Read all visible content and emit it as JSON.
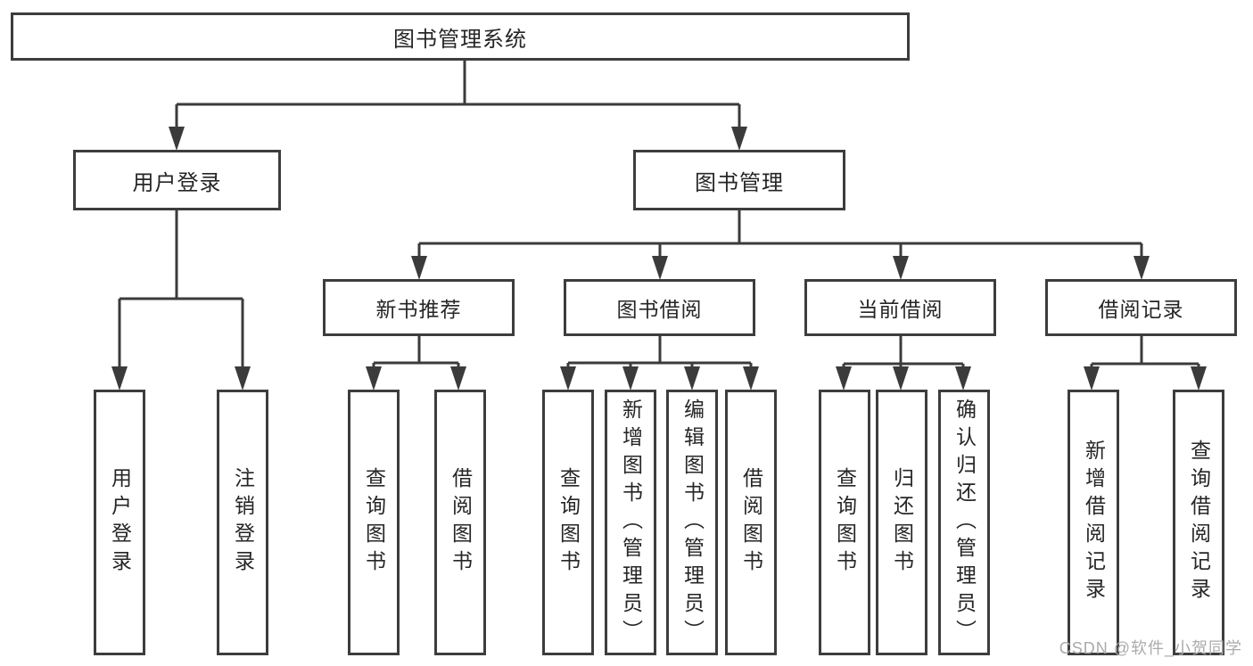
{
  "colors": {
    "background": "#ffffff",
    "line": "#3b3b3b",
    "box_border": "#3d3d3d",
    "box_fill": "#ffffff",
    "label": "#262626",
    "watermark": "#ababab"
  },
  "nodes": {
    "root": {
      "label": "图书管理系统"
    },
    "user_login": {
      "label": "用户登录"
    },
    "book_mgmt": {
      "label": "图书管理"
    },
    "new_rec": {
      "label": "新书推荐"
    },
    "book_borrow": {
      "label": "图书借阅"
    },
    "current_borrow": {
      "label": "当前借阅"
    },
    "borrow_records": {
      "label": "借阅记录"
    },
    "leaf_user_login": {
      "label": "用户登录"
    },
    "leaf_logout": {
      "label": "注销登录"
    },
    "leaf_query_book_1": {
      "label": "查询图书"
    },
    "leaf_borrow_book_1": {
      "label": "借阅图书"
    },
    "leaf_query_book_2": {
      "label": "查询图书"
    },
    "leaf_add_book": {
      "label": "新增图书（管理员）"
    },
    "leaf_edit_book": {
      "label": "编辑图书（管理员）"
    },
    "leaf_borrow_book_2": {
      "label": "借阅图书"
    },
    "leaf_query_book_3": {
      "label": "查询图书"
    },
    "leaf_return_book": {
      "label": "归还图书"
    },
    "leaf_confirm_return": {
      "label": "确认归还（管理员）"
    },
    "leaf_add_record": {
      "label": "新增借阅记录"
    },
    "leaf_query_record": {
      "label": "查询借阅记录"
    }
  },
  "watermark": {
    "text": "CSDN @软件_小贺同学"
  }
}
